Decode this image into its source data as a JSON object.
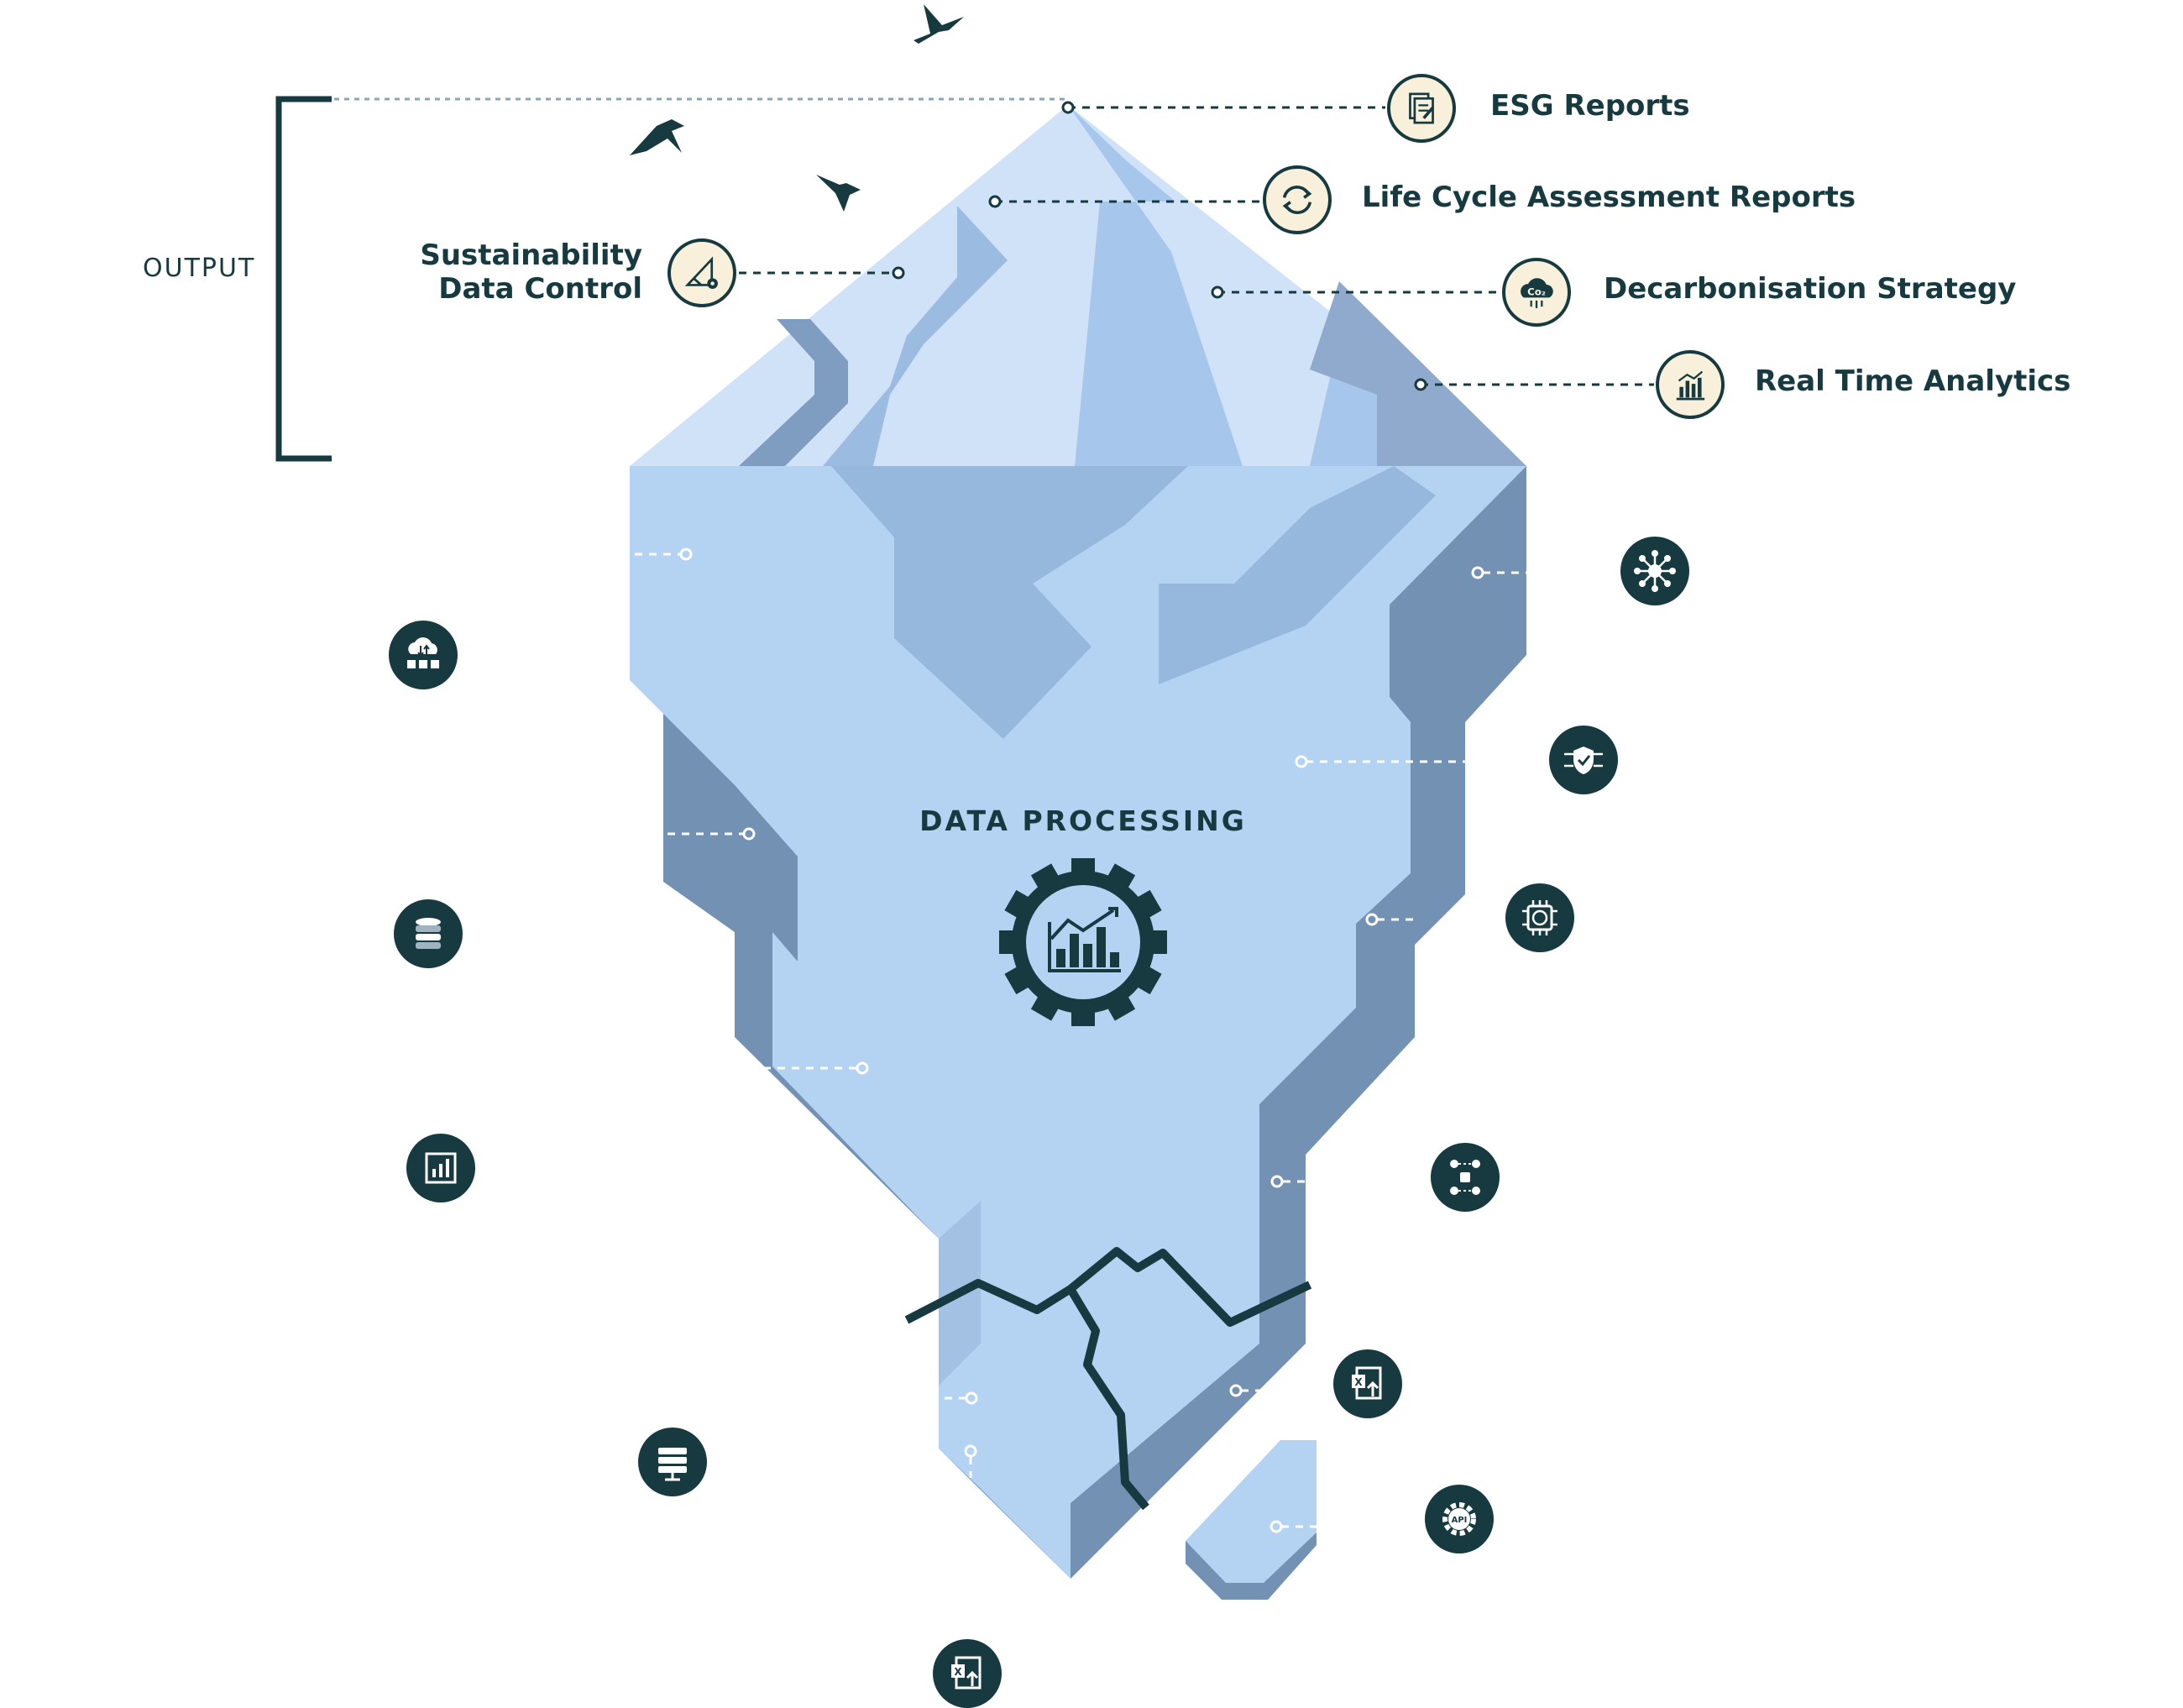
{
  "diagram": {
    "output_header": "OUTPUT",
    "center_title": "DATA PROCESSING",
    "colors": {
      "ink": "#163a40",
      "ice_light": "#cfe2f8",
      "ice_mid": "#b4d3f2",
      "ice_shade": "#97b8dd",
      "ice_dark": "#7392b3",
      "badge_cream": "#f8f0da"
    },
    "outputs": [
      {
        "label": "ESG Reports",
        "icon": "report-document-icon"
      },
      {
        "label": "Life Cycle Assessment Reports",
        "icon": "refresh-cycle-icon"
      },
      {
        "label": "Sustainability\nData Control",
        "icon": "settings-control-icon"
      },
      {
        "label": "Decarbonisation Strategy",
        "icon": "co2-cloud-icon"
      },
      {
        "label": "Real Time Analytics",
        "icon": "bar-chart-icon"
      }
    ],
    "inputs": [
      {
        "icon": "cloud-transfer-icon"
      },
      {
        "icon": "database-icon"
      },
      {
        "icon": "report-chart-icon"
      },
      {
        "icon": "server-rack-icon"
      },
      {
        "icon": "excel-upload-icon"
      },
      {
        "icon": "network-hub-icon"
      },
      {
        "icon": "shield-network-icon"
      },
      {
        "icon": "ai-chip-icon"
      },
      {
        "icon": "user-network-icon"
      },
      {
        "icon": "excel-upload-icon"
      },
      {
        "icon": "api-gear-icon"
      }
    ]
  }
}
